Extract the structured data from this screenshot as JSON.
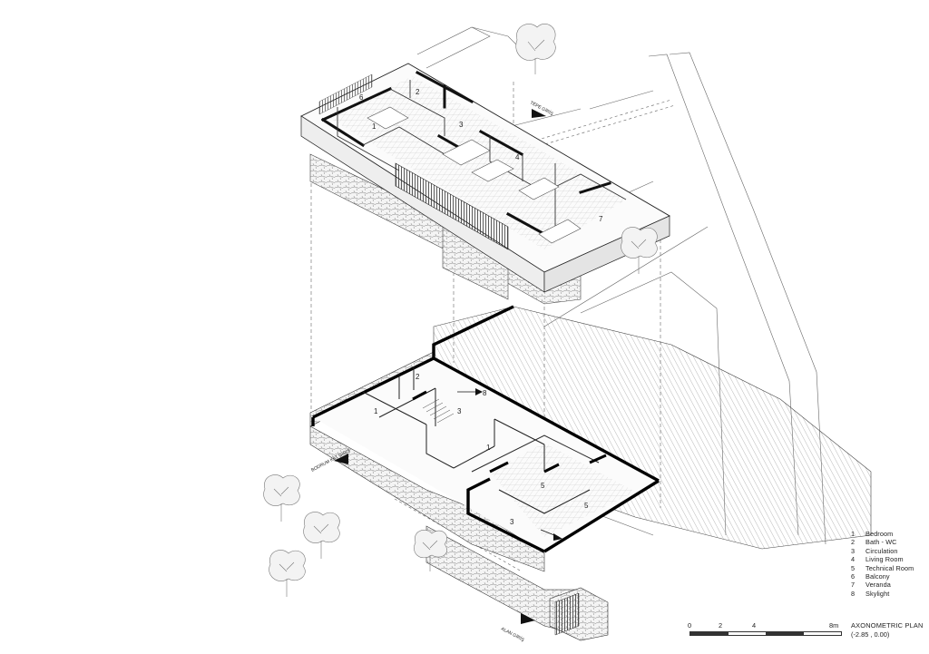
{
  "labels": {
    "tepe_giris": "TEPE GİRİŞ",
    "bodrum_giris": "BODRUM KAT GİRİŞ",
    "alan_giris": "ALAN GİRİŞ"
  },
  "upper_rooms": {
    "r1": "1",
    "r2": "2",
    "r3": "3",
    "r4": "4",
    "r6": "6",
    "r7": "7"
  },
  "lower_rooms": {
    "r1a": "1",
    "r1b": "1",
    "r2": "2",
    "r3a": "3",
    "r3b": "3",
    "r5a": "5",
    "r5b": "5",
    "r8": "8"
  },
  "legend": [
    {
      "num": "1",
      "label": "Bedroom"
    },
    {
      "num": "2",
      "label": "Bath - WC"
    },
    {
      "num": "3",
      "label": "Circulation"
    },
    {
      "num": "4",
      "label": "Living Room"
    },
    {
      "num": "5",
      "label": "Technical Room"
    },
    {
      "num": "6",
      "label": "Balcony"
    },
    {
      "num": "7",
      "label": "Veranda"
    },
    {
      "num": "8",
      "label": "Skylight"
    }
  ],
  "scale": {
    "ticks": [
      "0",
      "2",
      "4",
      "8m"
    ],
    "title": "AXONOMETRIC PLAN",
    "coords": "(-2.85 , 0.00)"
  },
  "colors": {
    "line": "#222222",
    "thin_line": "#555555",
    "hatch": "#888888",
    "wall": "#111111",
    "paper": "#ffffff"
  }
}
